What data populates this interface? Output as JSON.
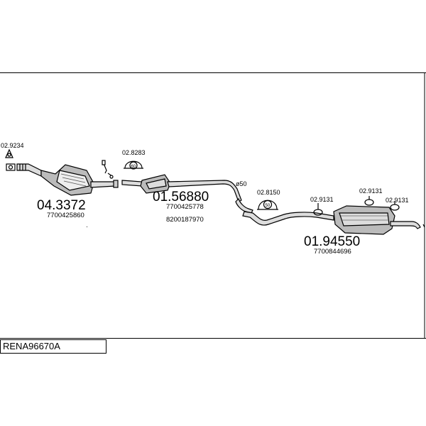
{
  "reference_code": "RENA96670A",
  "parts": {
    "catalyst": {
      "number": "04.3372",
      "oem": "7700425860"
    },
    "center_silencer": {
      "number": "01.56880",
      "oem1": "7700425778",
      "oem2": "8200187970"
    },
    "rear_silencer": {
      "number": "01.94550",
      "oem": "7700844696"
    }
  },
  "accessories": {
    "gasket_front": "02.9234",
    "clamp_front": "02.8283",
    "clamp_mid": "02.8150",
    "rubber_1": "02.9131",
    "rubber_2": "02.9131",
    "rubber_3": "02.9131"
  },
  "clamp_front_badge": "60",
  "clamp_mid_badge": "50",
  "diameter_label": "ø50"
}
